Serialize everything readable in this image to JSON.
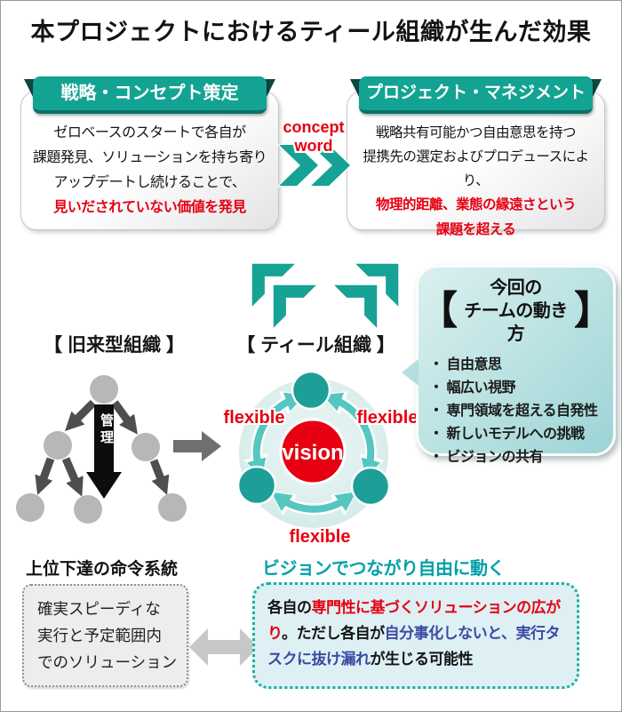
{
  "title": "本プロジェクトにおけるティール組織が生んだ効果",
  "palette": {
    "teal_header": "#13a392",
    "teal_dark_fold": "#0e4741",
    "teal_arrow": "#16a295",
    "teal_light_arc": "#55c6c0",
    "teal_node": "#1d9e98",
    "red": "#e60012",
    "blue": "#3a4aa3",
    "heading_teal": "#00a0a8",
    "gray_node": "#b7b7b7"
  },
  "top_left_card": {
    "header": "戦略・コンセプト策定",
    "lines": [
      "ゼロベースのスタートで各自が",
      "課題発見、ソリューションを持ち寄り",
      "アップデートし続けることで、"
    ],
    "highlight": "見いだされていない価値を発見"
  },
  "top_right_card": {
    "header": "プロジェクト・マネジメント",
    "lines": [
      "戦略共有可能かつ自由意思を持つ",
      "提携先の選定およびプロデュースにより、"
    ],
    "highlight_lines": [
      "物理的距離、業態の縁遠さという",
      "課題を超える"
    ]
  },
  "concept_word": {
    "line1": "concept",
    "line2": "word"
  },
  "legacy_org": {
    "label": "【 旧来型組織 】",
    "arrow_text": "管理",
    "heading": "上位下達の命令系統",
    "box_lines": [
      "確実スピーディな",
      "実行と予定範囲内",
      "でのソリューション"
    ]
  },
  "teal_org": {
    "label": "【 ティール組織 】",
    "center": "vision",
    "flexible_label": "flexible",
    "heading": "ビジョンでつながり自由に動く",
    "box_segments": [
      {
        "text": "各自の",
        "color": "black"
      },
      {
        "text": "専門性に基づくソリューションの広がり",
        "color": "red"
      },
      {
        "text": "。ただし各自が",
        "color": "black"
      },
      {
        "text": "自分事化しないと、実行タスクに抜け漏れ",
        "color": "blue"
      },
      {
        "text": "が生じる可能性",
        "color": "black"
      }
    ]
  },
  "bubble": {
    "bracket_open": "【",
    "bracket_close": "】",
    "title_line1": "今回の",
    "title_line2": "チームの動き方",
    "bullet": "・",
    "items": [
      "自由意思",
      "幅広い視野",
      "専門領域を超える自発性",
      "新しいモデルへの挑戦",
      "ビジョンの共有"
    ]
  }
}
